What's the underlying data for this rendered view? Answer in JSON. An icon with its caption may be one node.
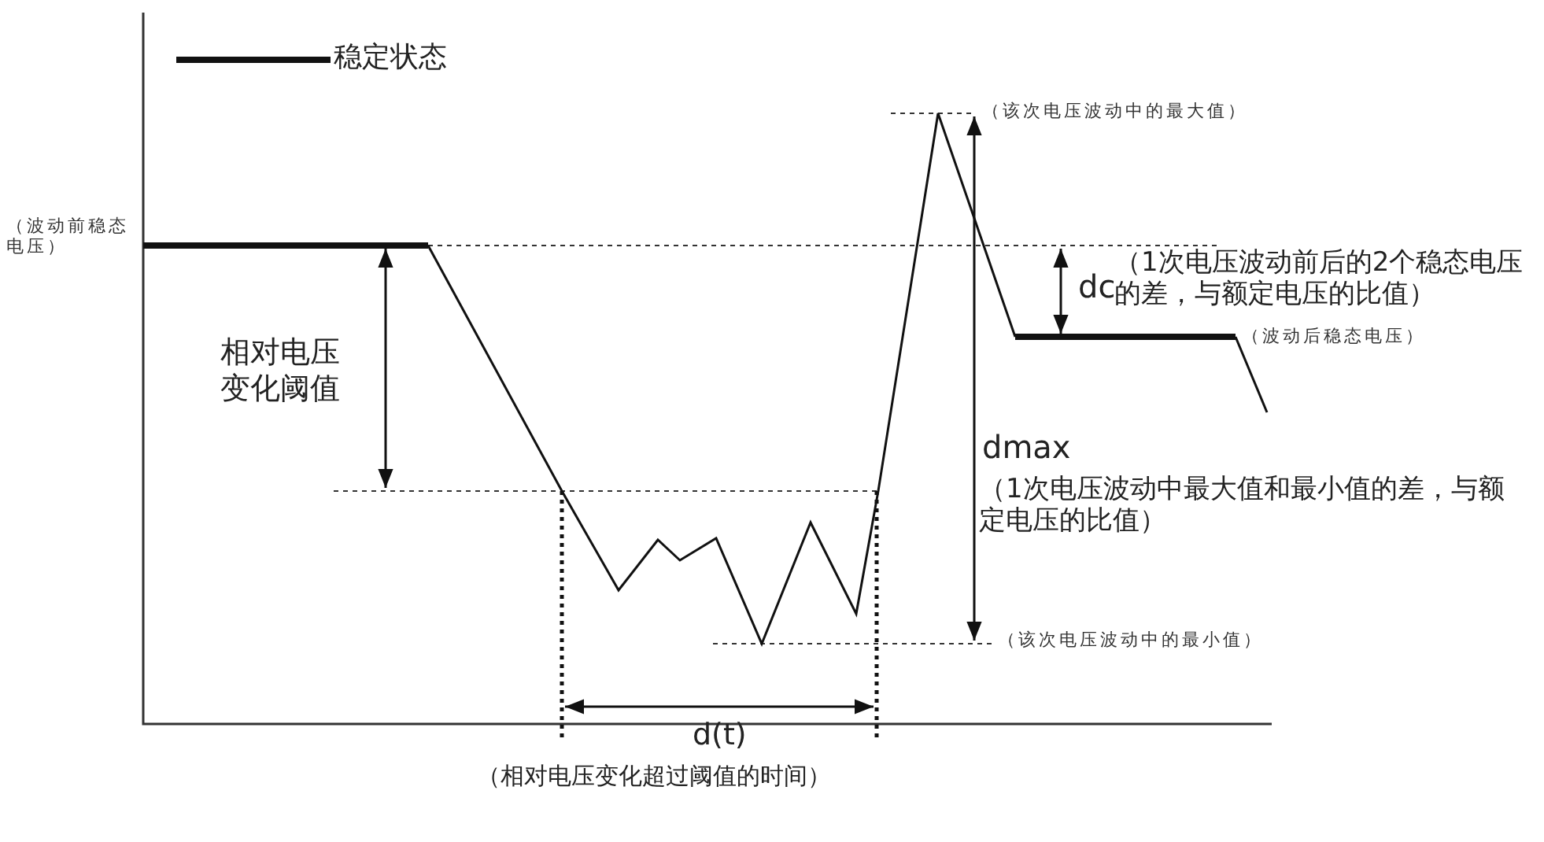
{
  "diagram": {
    "labels": [
      "（该次电压波动中的最大值）",
      "（波动前稳态电压）",
      "dc",
      "（1次电压波动前后的2个稳态电压的差，与额定电压的比值）",
      "（波动后稳态电压）",
      "相对电压变化阈值",
      "dmax",
      "（1次电压波动中最大值和最小值的差，与额定电压的比值）",
      "（该次电压波动中的最小值）",
      "d(t)",
      "（相对电压变化超过阈值的时间）"
    ],
    "legend": [
      {
        "text": "稳定状态"
      }
    ]
  }
}
